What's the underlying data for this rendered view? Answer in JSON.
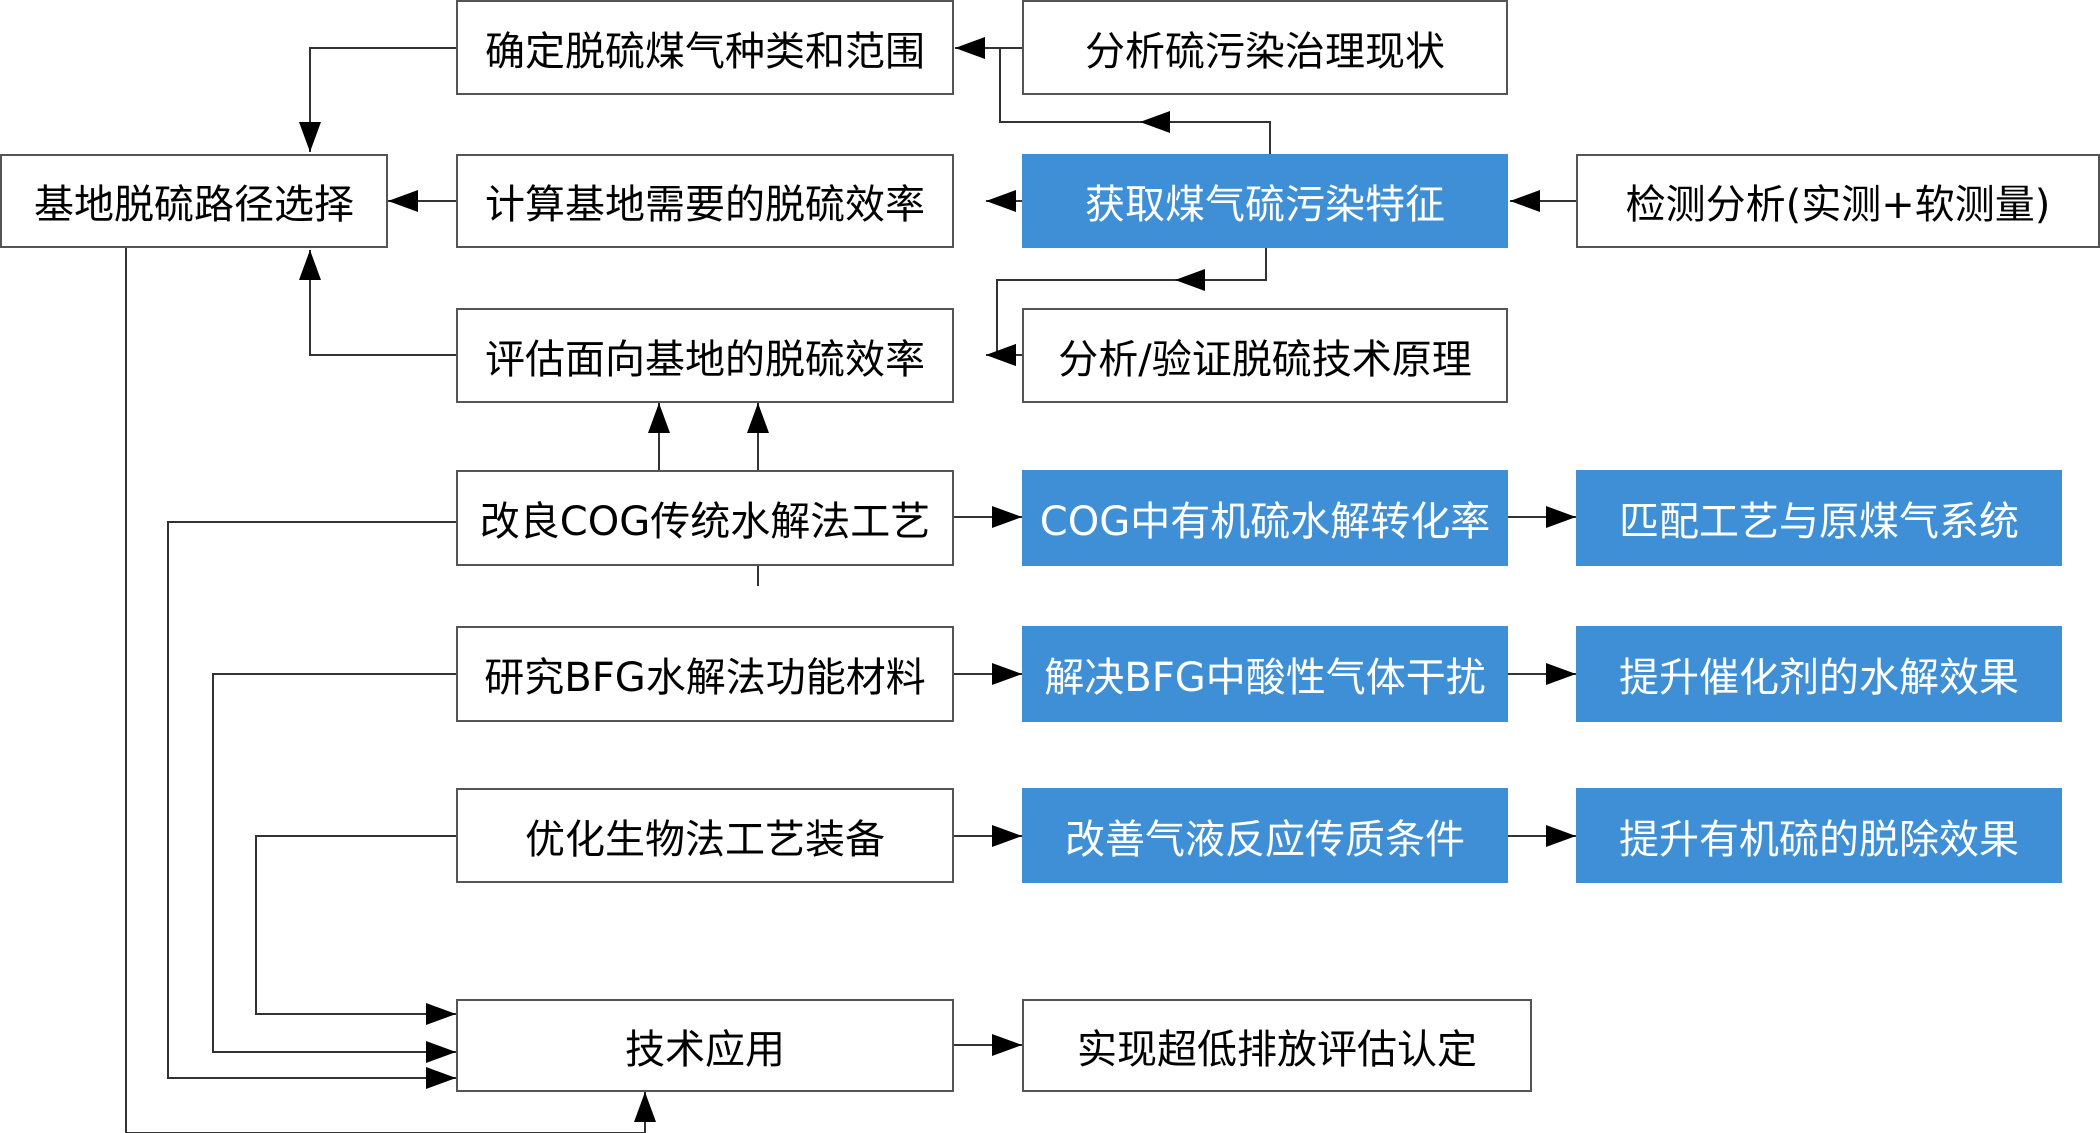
{
  "colors": {
    "highlight_fill": "#3f8fd6",
    "highlight_text": "#ffffff",
    "box_border": "#555555",
    "line": "#333333"
  },
  "nodes": {
    "path_select": "基地脱硫路径选择",
    "determine_scope": "确定脱硫煤气种类和范围",
    "calc_efficiency": "计算基地需要的脱硫效率",
    "assess_efficiency": "评估面向基地的脱硫效率",
    "analyze_status": "分析硫污染治理现状",
    "obtain_features": "获取煤气硫污染特征",
    "detect_analysis": "检测分析(实测+软测量)",
    "verify_principle": "分析/验证脱硫技术原理",
    "improve_cog": "改良COG传统水解法工艺",
    "cog_rate": "COG中有机硫水解转化率",
    "match_process": "匹配工艺与原煤气系统",
    "research_bfg": "研究BFG水解法功能材料",
    "solve_bfg": "解决BFG中酸性气体干扰",
    "improve_catalyst": "提升催化剂的水解效果",
    "optimize_bio": "优化生物法工艺装备",
    "improve_mass": "改善气液反应传质条件",
    "improve_organic": "提升有机硫的脱除效果",
    "tech_apply": "技术应用",
    "ultra_low": "实现超低排放评估认定"
  }
}
